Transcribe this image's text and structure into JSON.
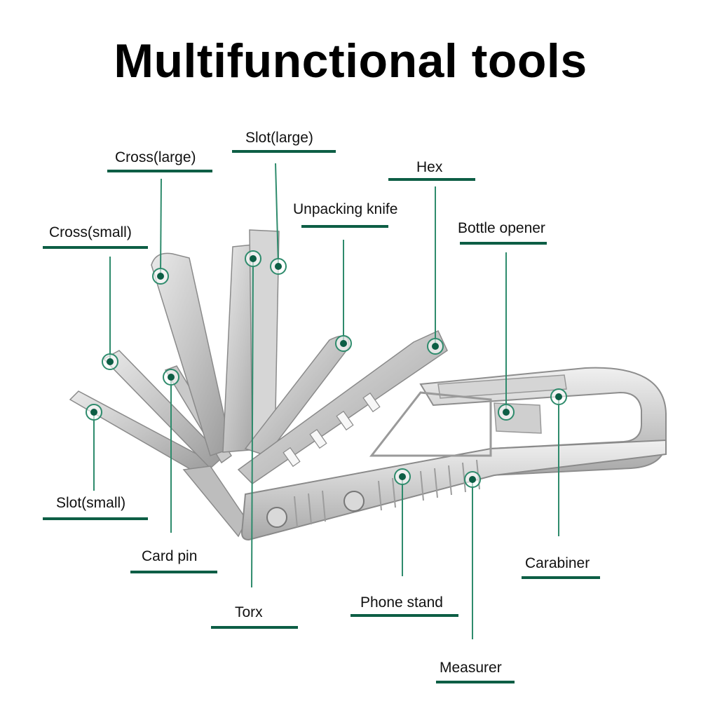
{
  "title": "Multifunctional tools",
  "accent_color": "#0d5e45",
  "labels": {
    "slot_large": "Slot(large)",
    "cross_large": "Cross(large)",
    "hex": "Hex",
    "unpacking_knife": "Unpacking knife",
    "cross_small": "Cross(small)",
    "bottle_opener": "Bottle opener",
    "slot_small": "Slot(small)",
    "card_pin": "Card pin",
    "carabiner": "Carabiner",
    "torx": "Torx",
    "phone_stand": "Phone stand",
    "measurer": "Measurer"
  }
}
